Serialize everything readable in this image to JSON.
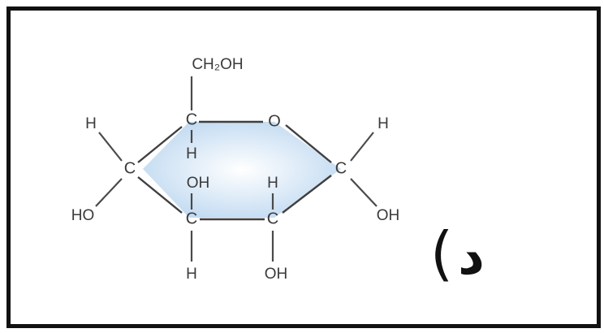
{
  "diagram": {
    "atoms": {
      "ch2oh": "CH₂OH",
      "c_top": "C",
      "o_ring": "O",
      "h_left_top": "H",
      "c_left": "C",
      "ho_left": "HO",
      "h_under_ctop": "H",
      "oh_mid": "OH",
      "h_mid": "H",
      "c_right": "C",
      "h_right_top": "H",
      "oh_right": "OH",
      "c_bottom_left": "C",
      "c_bottom_right": "C",
      "h_bottom": "H",
      "oh_bottom": "OH"
    },
    "ring_fill": "#cfe3f5",
    "option_letter": "د",
    "option_paren": "("
  }
}
